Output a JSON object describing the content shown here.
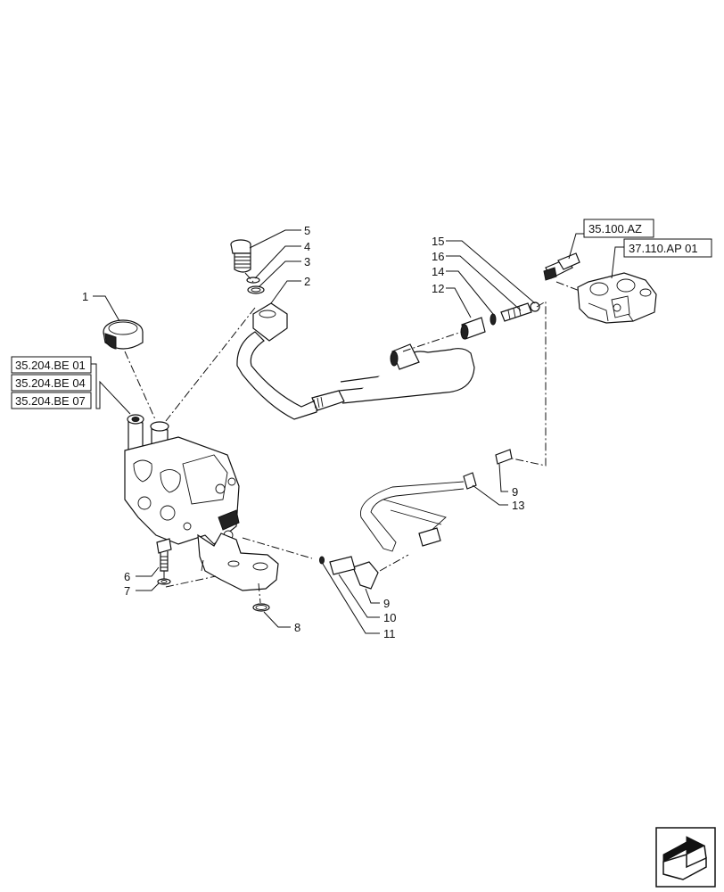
{
  "callouts": {
    "c1": "1",
    "c2": "2",
    "c3": "3",
    "c4": "4",
    "c5": "5",
    "c6": "6",
    "c7": "7",
    "c8": "8",
    "c9a": "9",
    "c9b": "9",
    "c10": "10",
    "c11": "11",
    "c12": "12",
    "c13": "13",
    "c14": "14",
    "c15": "15",
    "c16": "16"
  },
  "references": {
    "ref_35_204_be_01": "35.204.BE 01",
    "ref_35_204_be_04": "35.204.BE 04",
    "ref_35_204_be_07": "35.204.BE 07",
    "ref_35_100_az": "35.100.AZ",
    "ref_37_110_ap_01": "37.110.AP 01"
  },
  "icons": {
    "navigation": "next-page-arrow-icon"
  }
}
